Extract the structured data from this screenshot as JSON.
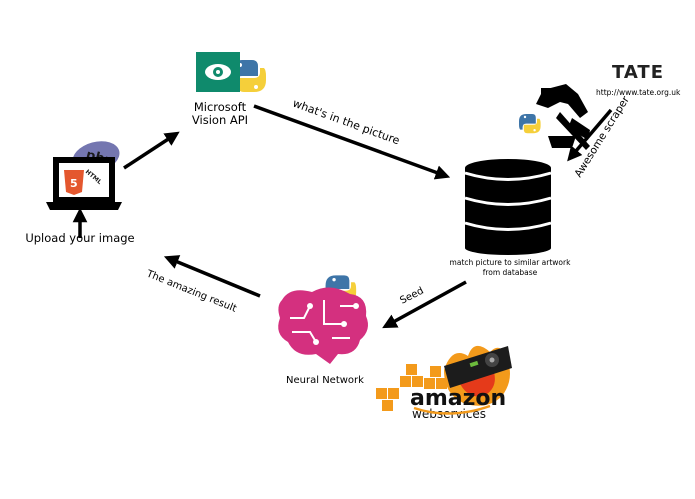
{
  "nodes": {
    "upload": {
      "label": "Upload your image",
      "php_badge": "php",
      "html_badge": "HTML",
      "html_digit": "5"
    },
    "vision": {
      "label_line1": "Microsoft",
      "label_line2": "Vision API"
    },
    "database": {
      "label_line1": "match picture to similar artwork",
      "label_line2": "from database"
    },
    "tate": {
      "logo": "TATE",
      "url": "http://www.tate.org.uk"
    },
    "neural": {
      "label": "Neural Network"
    },
    "aws": {
      "word1": "amazon",
      "word2": "webservices"
    }
  },
  "edges": {
    "whats_in_picture": "what's in the picture",
    "awesome_scraper": "Awesome scraper",
    "seed": "Seed",
    "amazing_result": "The amazing result"
  },
  "colors": {
    "arrow": "#000000",
    "vision_green": "#0f8a6c",
    "python_blue": "#3e75a8",
    "python_yellow": "#f5cf3a",
    "brain_magenta": "#d4307f",
    "aws_orange": "#f39a1b",
    "php_purple": "#7476b0",
    "html_orange": "#e4572e"
  }
}
